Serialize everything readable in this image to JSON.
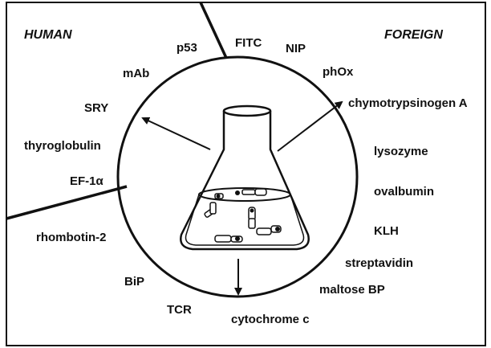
{
  "regions": {
    "human": "HUMAN",
    "foreign": "FOREIGN"
  },
  "labels": {
    "p53": "p53",
    "fitc": "FITC",
    "nip": "NIP",
    "mab": "mAb",
    "phox": "phOx",
    "sry": "SRY",
    "chymotrypsinogen": "chymotrypsinogen A",
    "thyroglobulin": "thyroglobulin",
    "lysozyme": "lysozyme",
    "ef1a": "EF-1α",
    "ovalbumin": "ovalbumin",
    "klh": "KLH",
    "rhombotin": "rhombotin-2",
    "streptavidin": "streptavidin",
    "bip": "BiP",
    "maltose_bp": "maltose BP",
    "tcr": "TCR",
    "cytochrome": "cytochrome c"
  },
  "colors": {
    "ink": "#111111",
    "background": "#ffffff"
  }
}
